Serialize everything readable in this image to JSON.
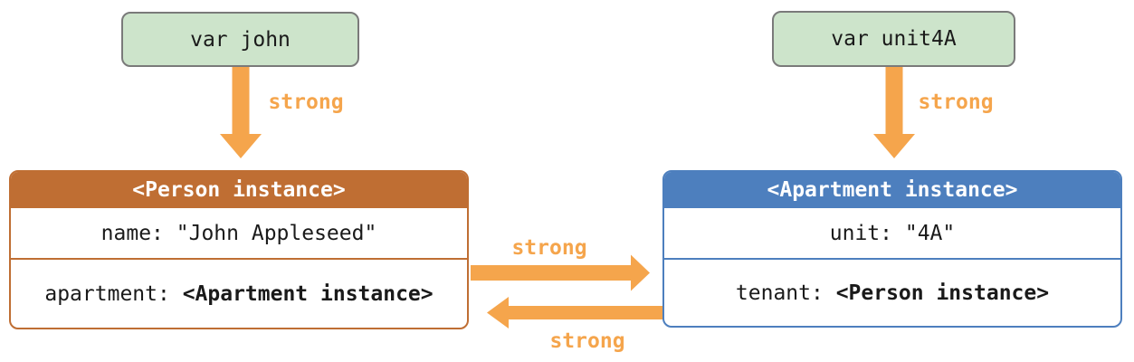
{
  "diagram": {
    "description": "Strong reference cycle between a Person instance and an Apartment instance",
    "colors": {
      "background": "#ffffff",
      "variable_fill": "#cde4cb",
      "variable_border": "#7a7a7a",
      "person_accent": "#bf6e33",
      "apartment_accent": "#4d7fbe",
      "arrow": "#f5a54c",
      "text": "#1a1a1a",
      "header_text": "#ffffff"
    },
    "variables": [
      {
        "label": "var john"
      },
      {
        "label": "var unit4A"
      }
    ],
    "instances": [
      {
        "title": "<Person instance>",
        "rows": [
          {
            "label": "name: ",
            "value": "\"John Appleseed\""
          },
          {
            "label": "apartment: ",
            "value": "<Apartment instance>"
          }
        ]
      },
      {
        "title": "<Apartment instance>",
        "rows": [
          {
            "label": "unit: ",
            "value": "\"4A\""
          },
          {
            "label": "tenant: ",
            "value": "<Person instance>"
          }
        ]
      }
    ],
    "references": [
      {
        "label": "strong",
        "from": "var john",
        "to": "Person instance",
        "direction": "down"
      },
      {
        "label": "strong",
        "from": "var unit4A",
        "to": "Apartment instance",
        "direction": "down"
      },
      {
        "label": "strong",
        "from": "Person instance apartment property",
        "to": "Apartment instance",
        "direction": "right"
      },
      {
        "label": "strong",
        "from": "Apartment instance tenant property",
        "to": "Person instance",
        "direction": "left"
      }
    ]
  }
}
